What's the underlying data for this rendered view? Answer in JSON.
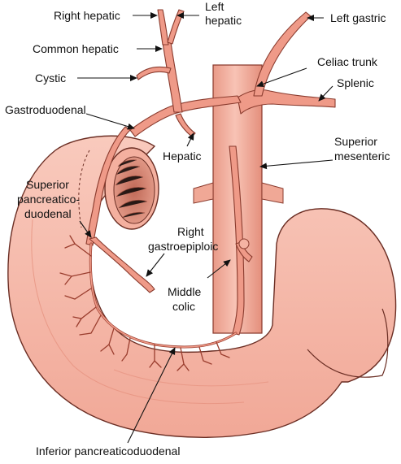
{
  "labels": {
    "right_hepatic": "Right hepatic",
    "left_hepatic_1": "Left",
    "left_hepatic_2": "hepatic",
    "left_gastric": "Left gastric",
    "common_hepatic": "Common hepatic",
    "celiac_trunk": "Celiac trunk",
    "cystic": "Cystic",
    "splenic": "Splenic",
    "gastroduodenal": "Gastroduodenal",
    "hepatic": "Hepatic",
    "superior_mesenteric_1": "Superior",
    "superior_mesenteric_2": "mesenteric",
    "sup_pd_1": "Superior",
    "sup_pd_2": "pancreatico-",
    "sup_pd_3": "duodenal",
    "right_ge_1": "Right",
    "right_ge_2": "gastroepiploic",
    "middle_colic_1": "Middle",
    "middle_colic_2": "colic",
    "inferior_pd": "Inferior pancreaticoduodenal"
  },
  "colors": {
    "tissue_fill": "#f6b8a9",
    "tissue_light": "#fad3c9",
    "tissue_dark": "#e79886",
    "vessel_fill": "#ef9a88",
    "vessel_stroke": "#9a3d2e",
    "outline": "#5a2a22",
    "text": "#111111"
  }
}
